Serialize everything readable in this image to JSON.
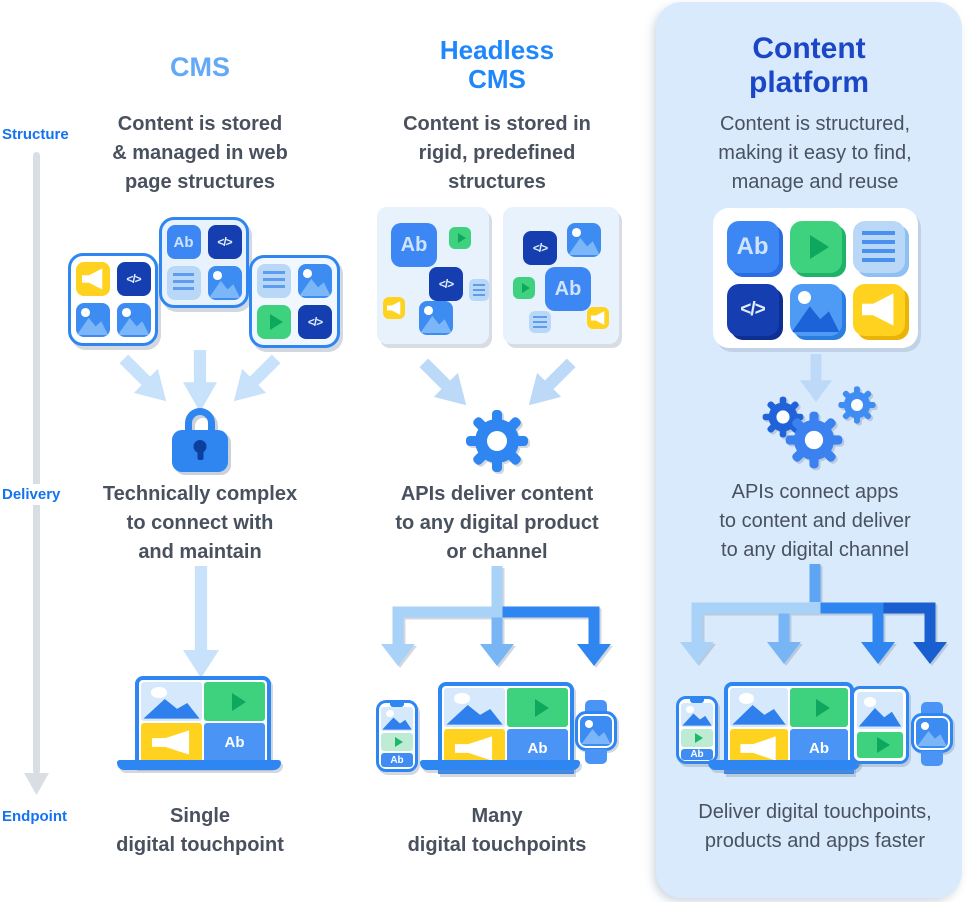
{
  "side_labels": {
    "structure": "Structure",
    "delivery": "Delivery",
    "endpoint": "Endpoint"
  },
  "glyphs": {
    "ab": "Ab",
    "code": "</>"
  },
  "columns": {
    "cms": {
      "title": "CMS",
      "structure": "Content is stored\n& managed in web\npage structures",
      "delivery": "Technically complex\nto connect with\nand maintain",
      "endpoint": "Single\ndigital touchpoint"
    },
    "headless": {
      "title": "Headless\nCMS",
      "structure": "Content is stored in\nrigid, predefined\nstructures",
      "delivery": "APIs deliver content\nto any digital product\nor channel",
      "endpoint": "Many\ndigital touchpoints"
    },
    "platform": {
      "title": "Content\nplatform",
      "structure": "Content is structured,\nmaking it easy to find,\nmanage and reuse",
      "delivery": "APIs connect apps\nto content and deliver\nto any digital channel",
      "endpoint": "Deliver digital touchpoints,\nproducts and apps faster"
    }
  },
  "colors": {
    "accent_blue": "#2f86f0",
    "dark_navy": "#153eb0",
    "cms_title_blue": "#63a9f8",
    "headless_title_blue": "#1f87fb",
    "platform_title_navy": "#1b46c5",
    "side_label_blue": "#1373f2",
    "body_text_gray": "#49515f",
    "panel_background": "#d9eafc",
    "green": "#3ed27f",
    "yellow": "#ffd21f",
    "light_arrow_blue": "#c9e2fb"
  }
}
